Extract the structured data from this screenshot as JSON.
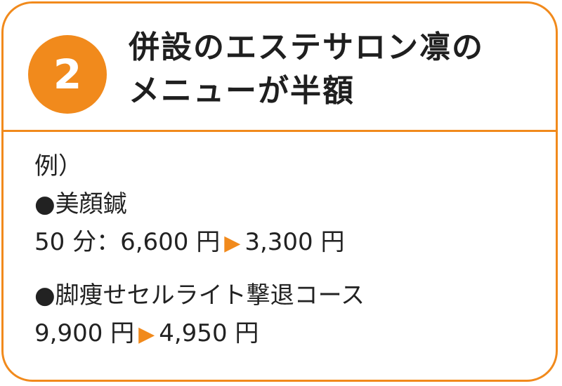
{
  "badge": {
    "number": "2"
  },
  "title": {
    "line1": "併設のエステサロン凛の",
    "line2": "メニューが半額"
  },
  "body": {
    "example_label": "例）",
    "item1": {
      "name": "●美顔鍼",
      "duration": "50 分：",
      "before": "6,600 円",
      "after": "3,300 円"
    },
    "item2": {
      "name": "●脚痩せセルライト撃退コース",
      "before": "9,900 円",
      "after": "4,950 円"
    }
  },
  "arrow_icon": "▶",
  "colors": {
    "accent": "#f18a1c",
    "text": "#222222"
  }
}
